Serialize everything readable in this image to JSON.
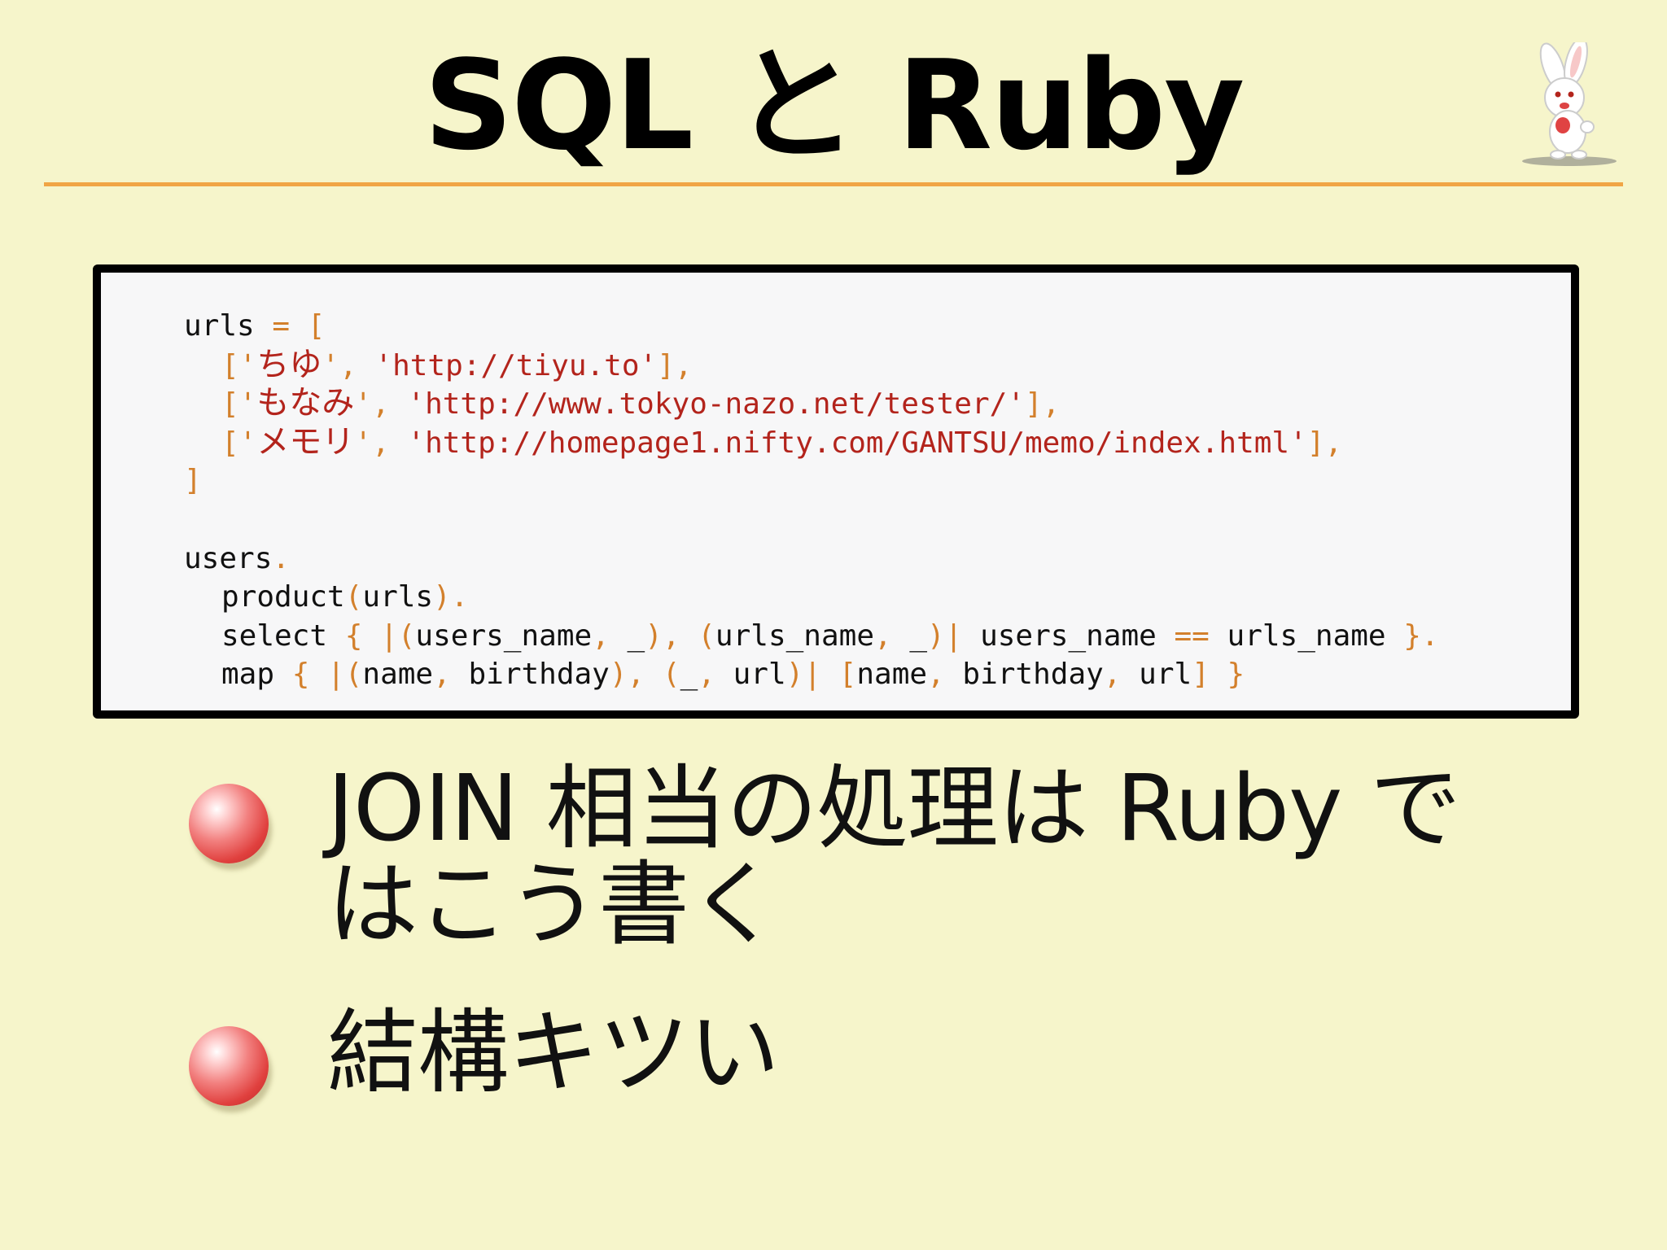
{
  "slide": {
    "title": "SQL と Ruby"
  },
  "code": {
    "lines": [
      {
        "parts": [
          {
            "t": "urls ",
            "c": ""
          },
          {
            "t": "=",
            "c": "p"
          },
          {
            "t": " ",
            "c": ""
          },
          {
            "t": "[",
            "c": "p"
          }
        ]
      },
      {
        "indent": 1,
        "parts": [
          {
            "t": "['",
            "c": "p"
          },
          {
            "t": "ちゆ",
            "c": "sj"
          },
          {
            "t": "'",
            "c": "p"
          },
          {
            "t": ", ",
            "c": "p"
          },
          {
            "t": "'http://tiyu.to'",
            "c": "s"
          },
          {
            "t": "],",
            "c": "p"
          }
        ]
      },
      {
        "indent": 1,
        "parts": [
          {
            "t": "['",
            "c": "p"
          },
          {
            "t": "もなみ",
            "c": "sj"
          },
          {
            "t": "'",
            "c": "p"
          },
          {
            "t": ", ",
            "c": "p"
          },
          {
            "t": "'http://www.tokyo-nazo.net/tester/'",
            "c": "s"
          },
          {
            "t": "],",
            "c": "p"
          }
        ]
      },
      {
        "indent": 1,
        "parts": [
          {
            "t": "['",
            "c": "p"
          },
          {
            "t": "メモリ",
            "c": "sj"
          },
          {
            "t": "'",
            "c": "p"
          },
          {
            "t": ", ",
            "c": "p"
          },
          {
            "t": "'http://homepage1.nifty.com/GANTSU/memo/index.html'",
            "c": "s"
          },
          {
            "t": "],",
            "c": "p"
          }
        ]
      },
      {
        "parts": [
          {
            "t": "]",
            "c": "p"
          }
        ]
      },
      {
        "blank": true,
        "parts": []
      },
      {
        "parts": [
          {
            "t": "users",
            "c": ""
          },
          {
            "t": ".",
            "c": "p"
          }
        ]
      },
      {
        "indent": 1,
        "parts": [
          {
            "t": "product",
            "c": ""
          },
          {
            "t": "(",
            "c": "p"
          },
          {
            "t": "urls",
            "c": ""
          },
          {
            "t": ").",
            "c": "p"
          }
        ]
      },
      {
        "indent": 1,
        "parts": [
          {
            "t": "select ",
            "c": ""
          },
          {
            "t": "{ |(",
            "c": "p"
          },
          {
            "t": "users_name",
            "c": ""
          },
          {
            "t": ", ",
            "c": "p"
          },
          {
            "t": "_",
            "c": ""
          },
          {
            "t": "), (",
            "c": "p"
          },
          {
            "t": "urls_name",
            "c": ""
          },
          {
            "t": ", ",
            "c": "p"
          },
          {
            "t": "_",
            "c": ""
          },
          {
            "t": ")| ",
            "c": "p"
          },
          {
            "t": "users_name ",
            "c": ""
          },
          {
            "t": "==",
            "c": "p"
          },
          {
            "t": " urls_name ",
            "c": ""
          },
          {
            "t": "}.",
            "c": "p"
          }
        ]
      },
      {
        "indent": 1,
        "parts": [
          {
            "t": "map ",
            "c": ""
          },
          {
            "t": "{ |(",
            "c": "p"
          },
          {
            "t": "name",
            "c": ""
          },
          {
            "t": ", ",
            "c": "p"
          },
          {
            "t": "birthday",
            "c": ""
          },
          {
            "t": "), (",
            "c": "p"
          },
          {
            "t": "_",
            "c": ""
          },
          {
            "t": ", ",
            "c": "p"
          },
          {
            "t": "url",
            "c": ""
          },
          {
            "t": ")| [",
            "c": "p"
          },
          {
            "t": "name",
            "c": ""
          },
          {
            "t": ", ",
            "c": "p"
          },
          {
            "t": "birthday",
            "c": ""
          },
          {
            "t": ", ",
            "c": "p"
          },
          {
            "t": "url",
            "c": ""
          },
          {
            "t": "] }",
            "c": "p"
          }
        ]
      }
    ]
  },
  "bullets": [
    {
      "line1": "JOIN 相当の処理は Ruby で",
      "line2": "はこう書く"
    },
    {
      "line1": "結構キツい",
      "line2": ""
    }
  ],
  "colors": {
    "background": "#f6f5cb",
    "rule": "#f0a545",
    "string": "#b3241c",
    "punctuation": "#d3802c"
  },
  "icons": {
    "mascot": "rabbit-mascot-icon",
    "bullet": "red-ball-bullet-icon"
  }
}
